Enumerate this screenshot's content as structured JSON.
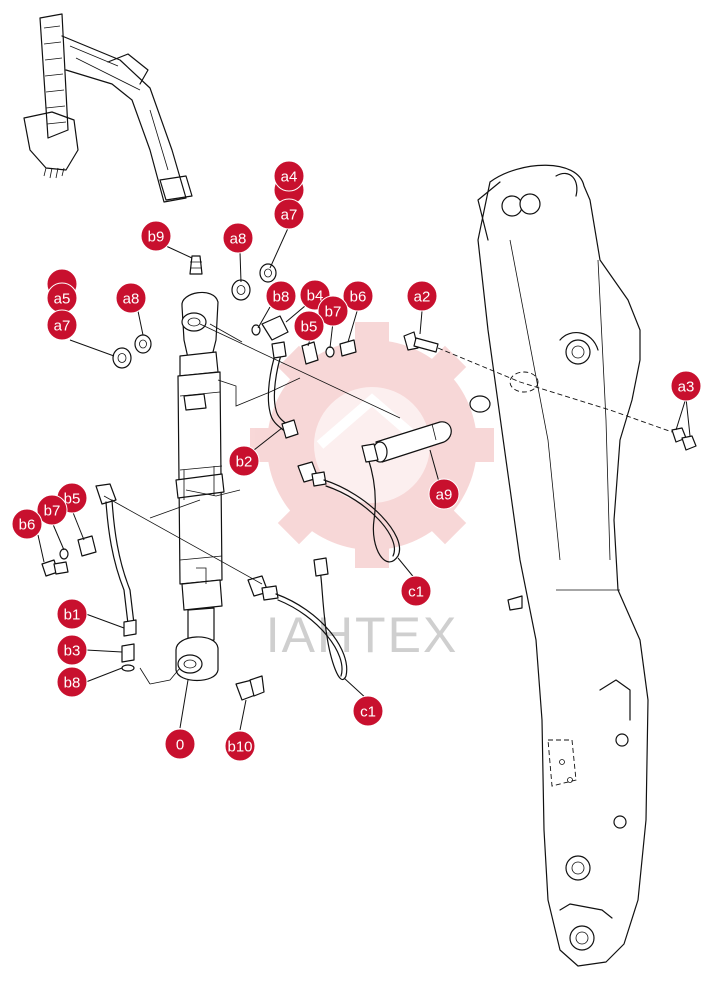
{
  "watermark": {
    "text": "IAHTEX",
    "color": "#f2c6c6"
  },
  "callout_color": "#c8102e",
  "callouts": [
    {
      "id": "a4",
      "label": "a4"
    },
    {
      "id": "a7-top",
      "label": "a7"
    },
    {
      "id": "a8-top",
      "label": "a8"
    },
    {
      "id": "b9",
      "label": "b9"
    },
    {
      "id": "a5",
      "label": "a5"
    },
    {
      "id": "a7-left",
      "label": "a7"
    },
    {
      "id": "a8-left",
      "label": "a8"
    },
    {
      "id": "b8-top",
      "label": "b8"
    },
    {
      "id": "b4",
      "label": "b4"
    },
    {
      "id": "b6-top",
      "label": "b6"
    },
    {
      "id": "b7-top",
      "label": "b7"
    },
    {
      "id": "b5-top",
      "label": "b5"
    },
    {
      "id": "a2",
      "label": "a2"
    },
    {
      "id": "a3",
      "label": "a3"
    },
    {
      "id": "b2",
      "label": "b2"
    },
    {
      "id": "a9",
      "label": "a9"
    },
    {
      "id": "b5-left",
      "label": "b5"
    },
    {
      "id": "b7-left",
      "label": "b7"
    },
    {
      "id": "b6-left",
      "label": "b6"
    },
    {
      "id": "c1-right",
      "label": "c1"
    },
    {
      "id": "b1",
      "label": "b1"
    },
    {
      "id": "b3",
      "label": "b3"
    },
    {
      "id": "b8-left",
      "label": "b8"
    },
    {
      "id": "c1-bottom",
      "label": "c1"
    },
    {
      "id": "zero",
      "label": "0"
    },
    {
      "id": "b10",
      "label": "b10"
    }
  ]
}
